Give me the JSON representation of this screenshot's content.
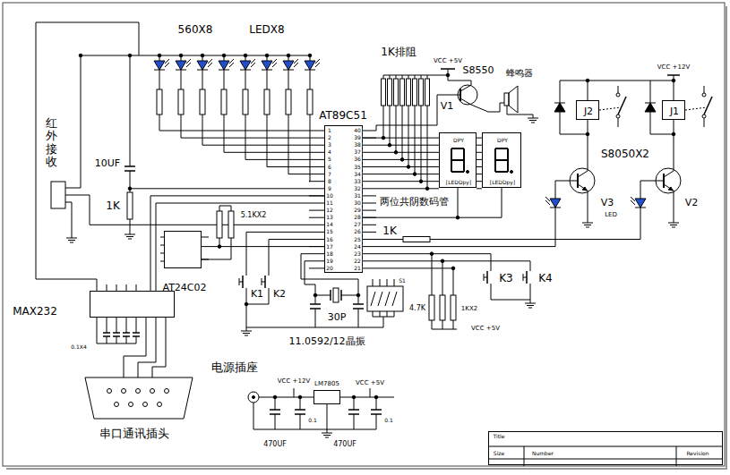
{
  "diagram": {
    "nodes": [
      {
        "text": [
          "J2"
        ]
      },
      {
        "text": [
          "J1"
        ]
      },
      {
        "text": [
          "AT89C51"
        ]
      },
      {
        "text": [
          "DPY",
          "[LEDDpy]"
        ]
      },
      {
        "text": [
          "DPY",
          "[LEDDpy]"
        ]
      },
      {
        "text": [
          "AT24C02"
        ]
      },
      {
        "text": [
          "MAX232"
        ]
      },
      {
        "text": [
          "LM7805"
        ]
      },
      {
        "text": [
          "Title",
          "Size",
          "Number",
          "Revision"
        ]
      }
    ],
    "edges": [
      {
        "from": 2,
        "to": 5,
        "arrow": "none"
      },
      {
        "from": 2,
        "to": 6,
        "arrow": "none"
      },
      {
        "from": 2,
        "to": 3,
        "arrow": "none"
      },
      {
        "from": 2,
        "to": 4,
        "arrow": "none"
      }
    ],
    "labels": [
      "560X8",
      "LEDX8",
      "1K排阻",
      "VCC +5V",
      "S8550",
      "蜂鸣器",
      "V1",
      "VCC +12V",
      "S8050X2",
      "V3",
      "V2",
      "LED",
      "红外接收",
      "10UF",
      "1K",
      "两位共阴数码管",
      "5.1KX2",
      "1K",
      "K1",
      "K2",
      "K3",
      "K4",
      "30P",
      "4.7K",
      "1KX2",
      "VCC +5V",
      "11.0592/12晶振",
      "0.1X4",
      "电源插座",
      "VCC +12V",
      "VCC +5V",
      "0.1",
      "0.1",
      "470UF",
      "470UF",
      "串口通讯插头",
      "S1",
      "1",
      "2",
      "3",
      "4",
      "5",
      "6",
      "7",
      "8",
      "9",
      "10",
      "11",
      "12",
      "13",
      "14",
      "15",
      "16",
      "17",
      "18",
      "19",
      "20",
      "21",
      "22",
      "23",
      "24",
      "25",
      "26",
      "27",
      "28",
      "29",
      "30",
      "31",
      "32",
      "33",
      "34",
      "35",
      "36",
      "37",
      "38",
      "39",
      "40"
    ]
  }
}
